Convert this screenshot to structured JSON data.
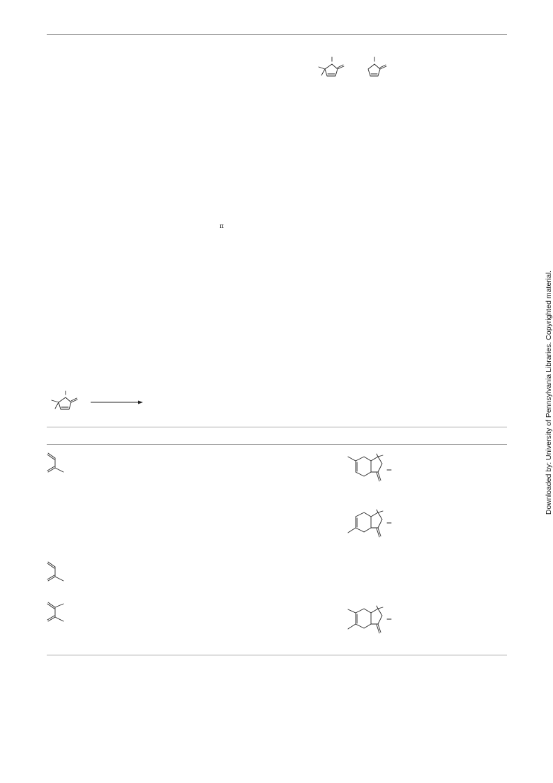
{
  "page": {
    "pi_symbol": "π",
    "watermark": "Downloaded by: University of Pennsylvania Libraries. Copyrighted material."
  },
  "scheme": {
    "structures": [
      "dimethyl-pyrrolinone-methylene",
      "pyrrolinone-methylene",
      "dimethyl-pyrrolinone-methylene-reactant"
    ]
  },
  "table": {
    "dienes": [
      "isoprene",
      "isoprene",
      "2,3-dimethylbutadiene"
    ],
    "products": [
      "methyl-hexahydroisoindolone-regioisomer-a",
      "methyl-hexahydroisoindolone-regioisomer-b",
      "dimethyl-hexahydroisoindolone"
    ]
  }
}
